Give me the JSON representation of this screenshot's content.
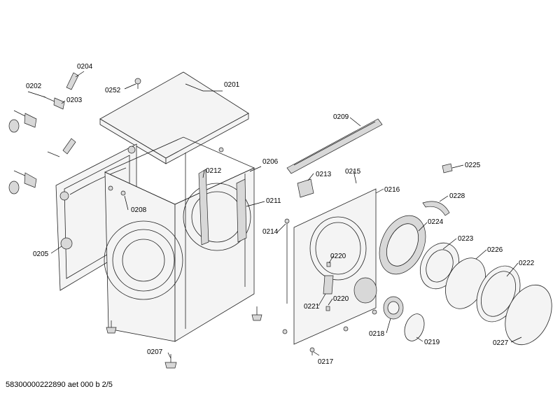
{
  "footer": "58300000222890 aet 000 b 2/5",
  "labels": {
    "p0201": "0201",
    "p0202": "0202",
    "p0203": "0203",
    "p0204": "0204",
    "p0205": "0205",
    "p0206": "0206",
    "p0207": "0207",
    "p0208": "0208",
    "p0209": "0209",
    "p0211": "0211",
    "p0212": "0212",
    "p0213": "0213",
    "p0214": "0214",
    "p0215": "0215",
    "p0216": "0216",
    "p0217": "0217",
    "p0218": "0218",
    "p0219": "0219",
    "p0220a": "0220",
    "p0220b": "0220",
    "p0221": "0221",
    "p0222": "0222",
    "p0223": "0223",
    "p0224": "0224",
    "p0225": "0225",
    "p0226": "0226",
    "p0227": "0227",
    "p0228": "0228",
    "p0252": "0252"
  }
}
